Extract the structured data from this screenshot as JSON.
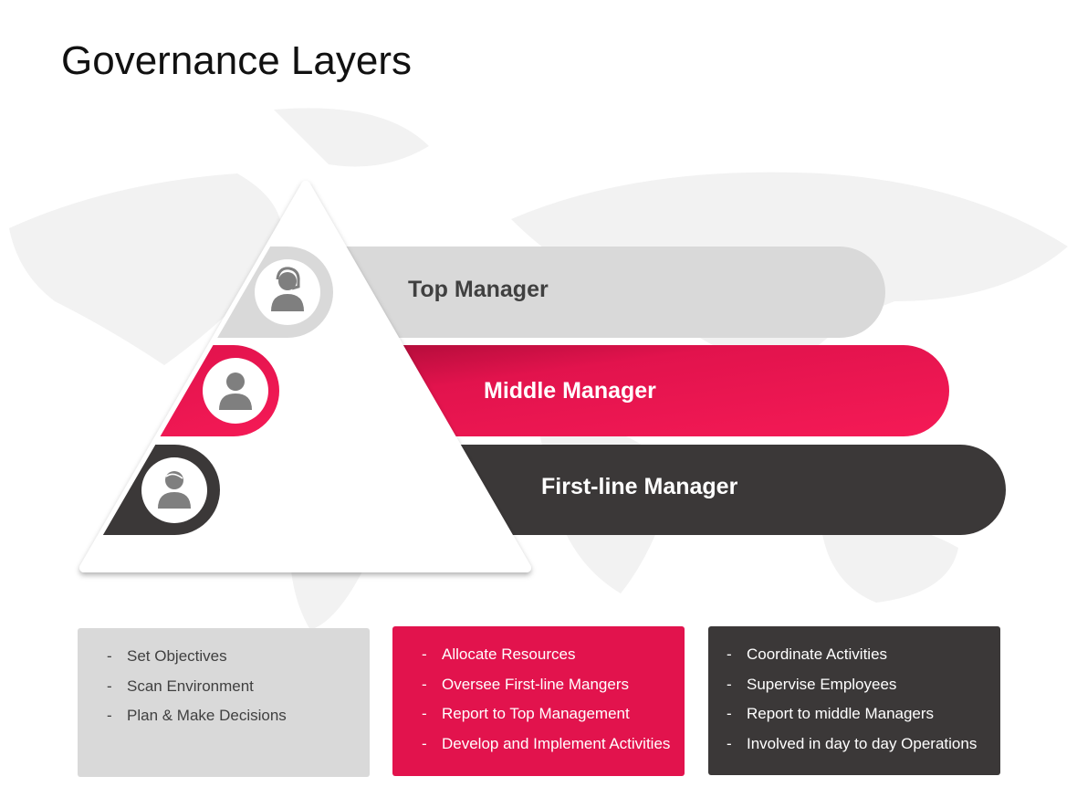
{
  "title": "Governance Layers",
  "colors": {
    "top": "#d9d9d9",
    "middle": "#e2134d",
    "middle_dark": "#a50b35",
    "first": "#3b3838",
    "icon": "#7f7f7f"
  },
  "layers": [
    {
      "label": "Top Manager",
      "icon": "headset-user-icon"
    },
    {
      "label": "Middle Manager",
      "icon": "user-icon"
    },
    {
      "label": "First-line Manager",
      "icon": "user-hair-icon"
    }
  ],
  "boxes": [
    {
      "items": [
        "Set Objectives",
        "Scan Environment",
        "Plan & Make Decisions"
      ]
    },
    {
      "items": [
        "Allocate Resources",
        "Oversee First-line Mangers",
        "Report to Top Management",
        "Develop and Implement Activities"
      ]
    },
    {
      "items": [
        "Coordinate Activities",
        "Supervise Employees",
        "Report to middle Managers",
        "Involved in day to day Operations"
      ]
    }
  ],
  "bullet": "-"
}
